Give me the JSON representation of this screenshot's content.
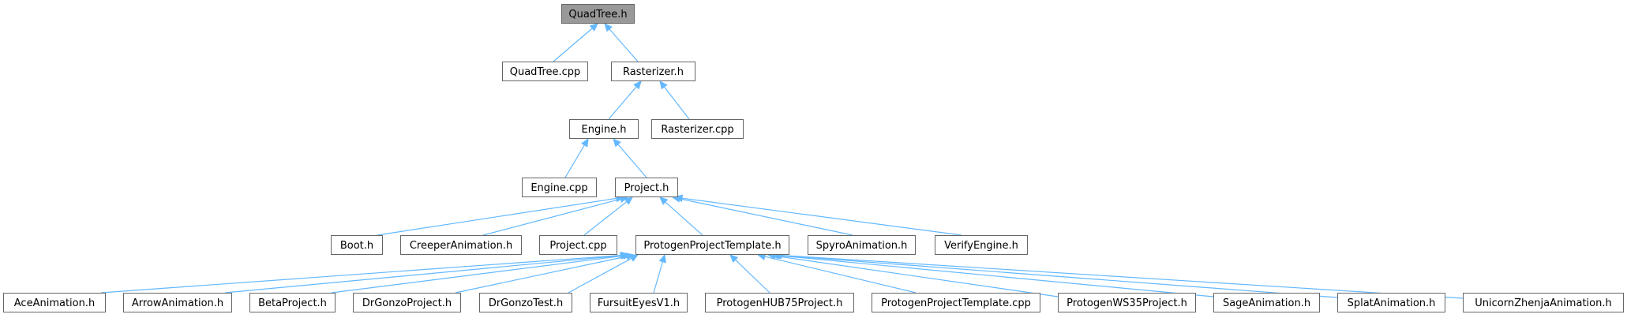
{
  "graph": {
    "root": "QuadTree.h",
    "nodes": [
      {
        "id": "quadtree_h",
        "label": "QuadTree.h",
        "root": true
      },
      {
        "id": "quadtree_cpp",
        "label": "QuadTree.cpp"
      },
      {
        "id": "rasterizer_h",
        "label": "Rasterizer.h"
      },
      {
        "id": "engine_h",
        "label": "Engine.h"
      },
      {
        "id": "rasterizer_cpp",
        "label": "Rasterizer.cpp"
      },
      {
        "id": "engine_cpp",
        "label": "Engine.cpp"
      },
      {
        "id": "project_h",
        "label": "Project.h"
      },
      {
        "id": "boot_h",
        "label": "Boot.h"
      },
      {
        "id": "creeper_h",
        "label": "CreeperAnimation.h"
      },
      {
        "id": "project_cpp",
        "label": "Project.cpp"
      },
      {
        "id": "ppt_h",
        "label": "ProtogenProjectTemplate.h"
      },
      {
        "id": "spyro_h",
        "label": "SpyroAnimation.h"
      },
      {
        "id": "verify_h",
        "label": "VerifyEngine.h"
      },
      {
        "id": "ace_h",
        "label": "AceAnimation.h"
      },
      {
        "id": "arrow_h",
        "label": "ArrowAnimation.h"
      },
      {
        "id": "beta_h",
        "label": "BetaProject.h"
      },
      {
        "id": "drgonzo_h",
        "label": "DrGonzoProject.h"
      },
      {
        "id": "drgonzotest_h",
        "label": "DrGonzoTest.h"
      },
      {
        "id": "fursuit_h",
        "label": "FursuitEyesV1.h"
      },
      {
        "id": "hub75_h",
        "label": "ProtogenHUB75Project.h"
      },
      {
        "id": "ppt_cpp",
        "label": "ProtogenProjectTemplate.cpp"
      },
      {
        "id": "ws35_h",
        "label": "ProtogenWS35Project.h"
      },
      {
        "id": "sage_h",
        "label": "SageAnimation.h"
      },
      {
        "id": "splat_h",
        "label": "SplatAnimation.h"
      },
      {
        "id": "unicorn_h",
        "label": "UnicornZhenjaAnimation.h"
      }
    ],
    "edges": [
      {
        "from": "quadtree_cpp",
        "to": "quadtree_h"
      },
      {
        "from": "rasterizer_h",
        "to": "quadtree_h"
      },
      {
        "from": "engine_h",
        "to": "rasterizer_h"
      },
      {
        "from": "rasterizer_cpp",
        "to": "rasterizer_h"
      },
      {
        "from": "engine_cpp",
        "to": "engine_h"
      },
      {
        "from": "project_h",
        "to": "engine_h"
      },
      {
        "from": "boot_h",
        "to": "project_h"
      },
      {
        "from": "creeper_h",
        "to": "project_h"
      },
      {
        "from": "project_cpp",
        "to": "project_h"
      },
      {
        "from": "ppt_h",
        "to": "project_h"
      },
      {
        "from": "spyro_h",
        "to": "project_h"
      },
      {
        "from": "verify_h",
        "to": "project_h"
      },
      {
        "from": "ace_h",
        "to": "ppt_h"
      },
      {
        "from": "arrow_h",
        "to": "ppt_h"
      },
      {
        "from": "beta_h",
        "to": "ppt_h"
      },
      {
        "from": "drgonzo_h",
        "to": "ppt_h"
      },
      {
        "from": "drgonzotest_h",
        "to": "ppt_h"
      },
      {
        "from": "fursuit_h",
        "to": "ppt_h"
      },
      {
        "from": "hub75_h",
        "to": "ppt_h"
      },
      {
        "from": "ppt_cpp",
        "to": "ppt_h"
      },
      {
        "from": "ws35_h",
        "to": "ppt_h"
      },
      {
        "from": "sage_h",
        "to": "ppt_h"
      },
      {
        "from": "splat_h",
        "to": "ppt_h"
      },
      {
        "from": "unicorn_h",
        "to": "ppt_h"
      }
    ],
    "colors": {
      "edge": "#63b8ff",
      "node_border": "#666666",
      "root_fill": "#999999",
      "node_fill": "#ffffff"
    }
  }
}
